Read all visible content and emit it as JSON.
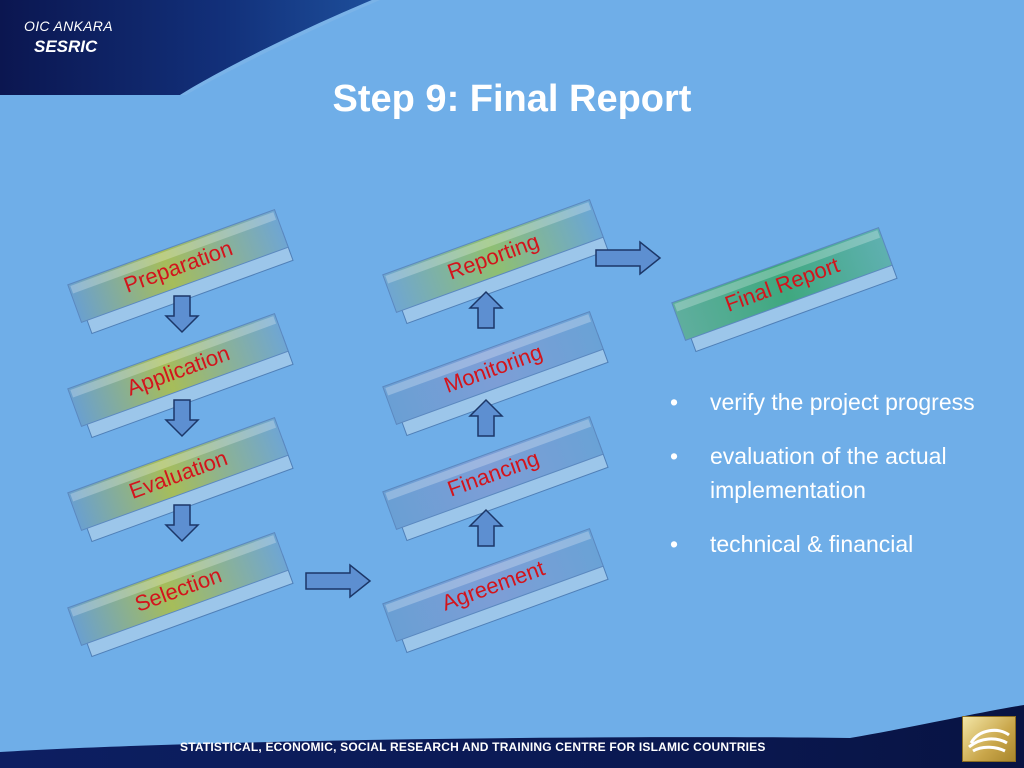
{
  "header": {
    "org_line1": "OIC ANKARA",
    "org_line2": "SESRIC"
  },
  "slide": {
    "title": "Step 9: Final Report"
  },
  "diagram": {
    "boxes": [
      {
        "label": "Preparation",
        "style": "yellowgreen"
      },
      {
        "label": "Application",
        "style": "yellowgreen"
      },
      {
        "label": "Evaluation",
        "style": "yellowgreen"
      },
      {
        "label": "Selection",
        "style": "yellowgreen"
      },
      {
        "label": "Agreement",
        "style": "blue"
      },
      {
        "label": "Financing",
        "style": "blue"
      },
      {
        "label": "Monitoring",
        "style": "blue"
      },
      {
        "label": "Reporting",
        "style": "green"
      },
      {
        "label": "Final Report",
        "style": "teal"
      }
    ],
    "label_color": "#d3141c"
  },
  "bullets": [
    "verify the project progress",
    "evaluation  of the actual implementation",
    "technical & financial"
  ],
  "footer": {
    "text": "STATISTICAL, ECONOMIC, SOCIAL RESEARCH AND TRAINING CENTRE FOR ISLAMIC COUNTRIES"
  },
  "colors": {
    "background": "#6faee8",
    "band_dark": "#0c1a55",
    "arrow_fill": "#5d8fd1",
    "arrow_stroke": "#1c3768"
  }
}
